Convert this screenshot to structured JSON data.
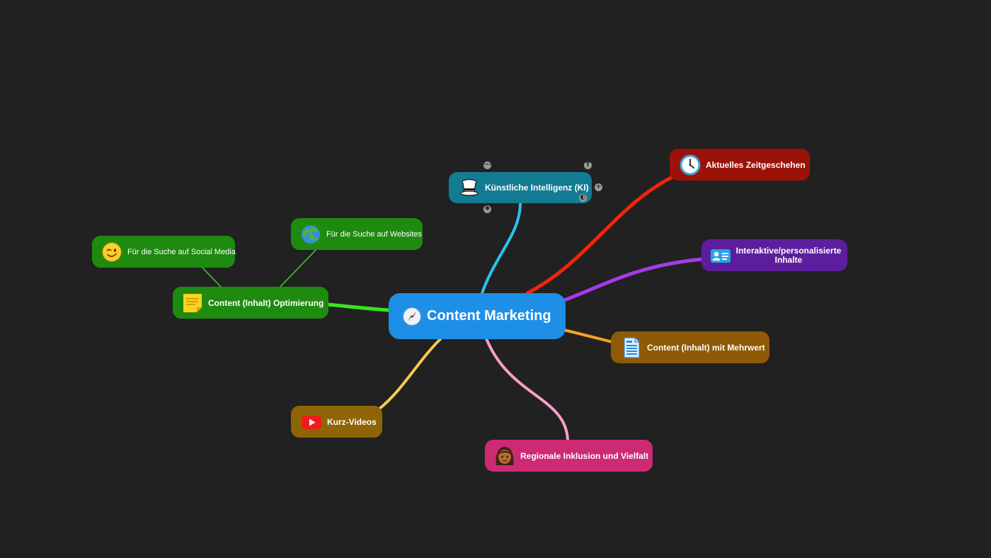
{
  "center": {
    "label": "Content Marketing",
    "icon": "compass-icon",
    "color": "#1e8fe6"
  },
  "branches": {
    "ki": {
      "label": "Künstliche Intelligenz (KI)",
      "icon": "top-hat-icon",
      "color": "#137b92",
      "line": "#27c4f0"
    },
    "zeit": {
      "label": "Aktuelles Zeitgeschehen",
      "icon": "clock-icon",
      "color": "#9b1209",
      "line": "#f2240b"
    },
    "interaktiv": {
      "label": "Interaktive/personalisierte Inhalte",
      "icon": "contact-card-icon",
      "color": "#5d1e9e",
      "line": "#a43be8"
    },
    "mehrwert": {
      "label": "Content (Inhalt) mit Mehrwert",
      "icon": "document-icon",
      "color": "#8f5a06",
      "line": "#f7a21b"
    },
    "regional": {
      "label": "Regionale Inklusion und Vielfalt",
      "icon": "woman-face-icon",
      "color": "#cc2a73",
      "line": "#f6a0c8"
    },
    "kurz": {
      "label": "Kurz-Videos",
      "icon": "youtube-icon",
      "color": "#8f6406",
      "line": "#f7c94e"
    },
    "optimierung": {
      "label": "Content (Inhalt) Optimierung",
      "icon": "sticky-note-icon",
      "color": "#1f8a10",
      "line": "#37e51d"
    }
  },
  "subtopics": {
    "social": {
      "label": "Für die Suche auf Social Media",
      "icon": "winking-face-icon",
      "color": "#1f8a10",
      "line": "#3fcf2a"
    },
    "websites": {
      "label": "Für die Suche auf Websites",
      "icon": "globe-icon",
      "color": "#1f8a10",
      "line": "#3fcf2a"
    }
  },
  "handles": {
    "top_left": "⋯",
    "top_right": "T",
    "right": "+",
    "bottom_right": "◐",
    "bottom_left": "✱"
  }
}
